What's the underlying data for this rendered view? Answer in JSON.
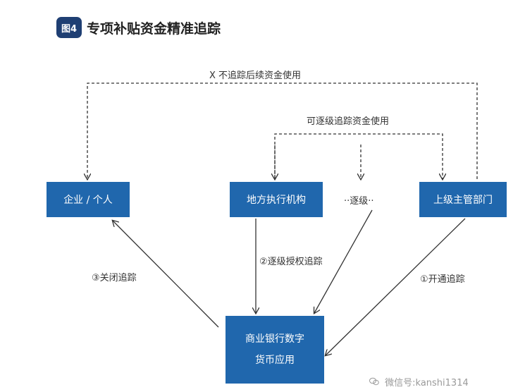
{
  "header": {
    "badge": "图4",
    "title": "专项补贴资金精准追踪"
  },
  "nodes": {
    "enterprise": "企业 / 个人",
    "local_agency": "地方执行机构",
    "superior_dept": "上级主管部门",
    "bank_line1": "商业银行数字",
    "bank_line2": "货币应用"
  },
  "edge_labels": {
    "no_tracking": "X 不追踪后续资金使用",
    "level_tracking": "可逐级追踪资金使用",
    "level_step": "··逐级··",
    "authorize": "②逐级授权追踪",
    "close": "③关闭追踪",
    "open": "①开通追踪"
  },
  "watermark": {
    "icon": "wechat-icon",
    "text": "微信号:kanshi1314"
  },
  "colors": {
    "box": "#2067ad",
    "badge": "#1f3f73",
    "line": "#333333"
  }
}
